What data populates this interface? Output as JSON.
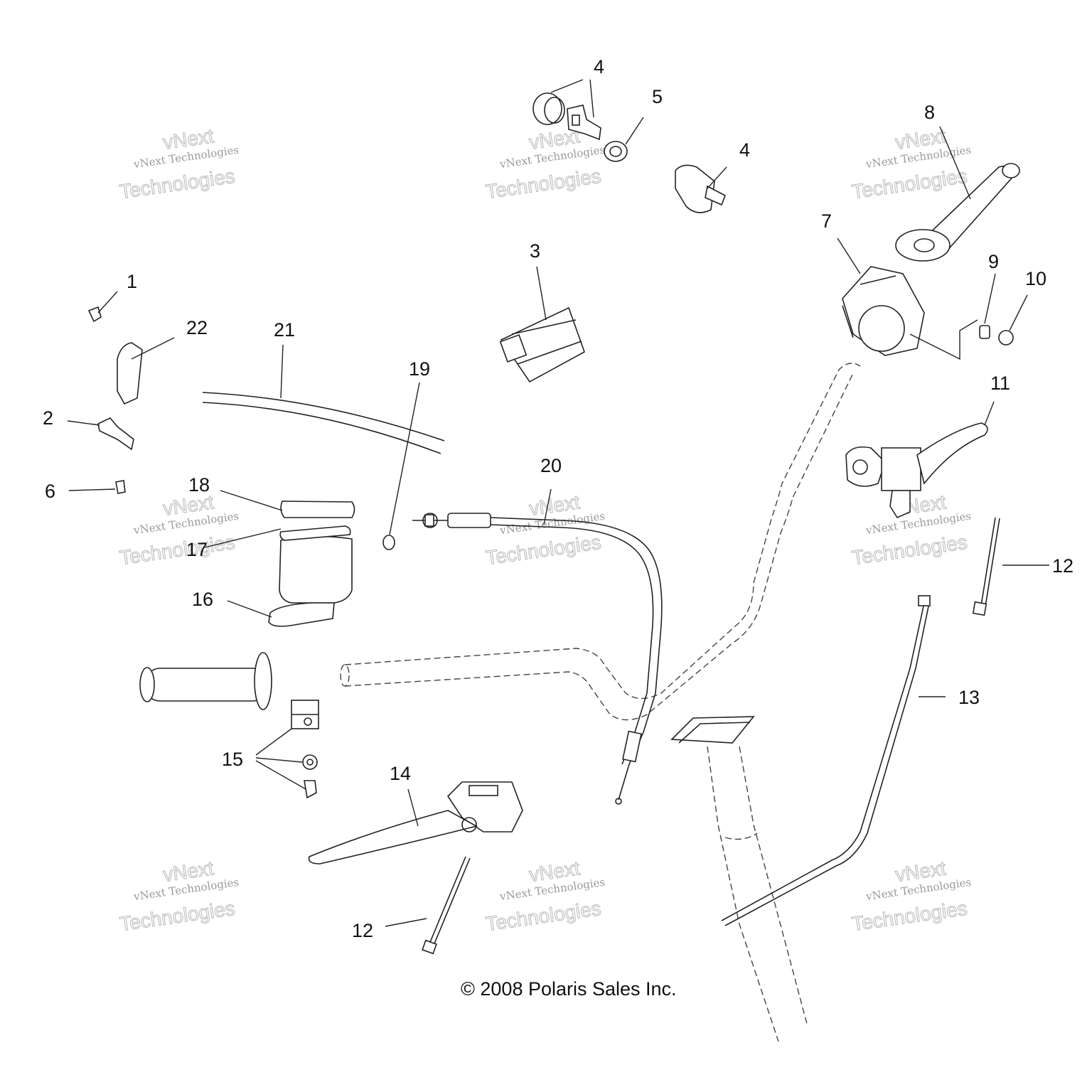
{
  "copyright": "© 2008 Polaris Sales Inc.",
  "watermark": {
    "line1": "vNext",
    "line2": "vNext Technologies",
    "line3": "Technologies"
  },
  "callouts": [
    "1",
    "2",
    "3",
    "4",
    "4",
    "5",
    "6",
    "7",
    "8",
    "9",
    "10",
    "11",
    "12",
    "12",
    "13",
    "14",
    "15",
    "16",
    "17",
    "18",
    "19",
    "20",
    "21",
    "22"
  ]
}
